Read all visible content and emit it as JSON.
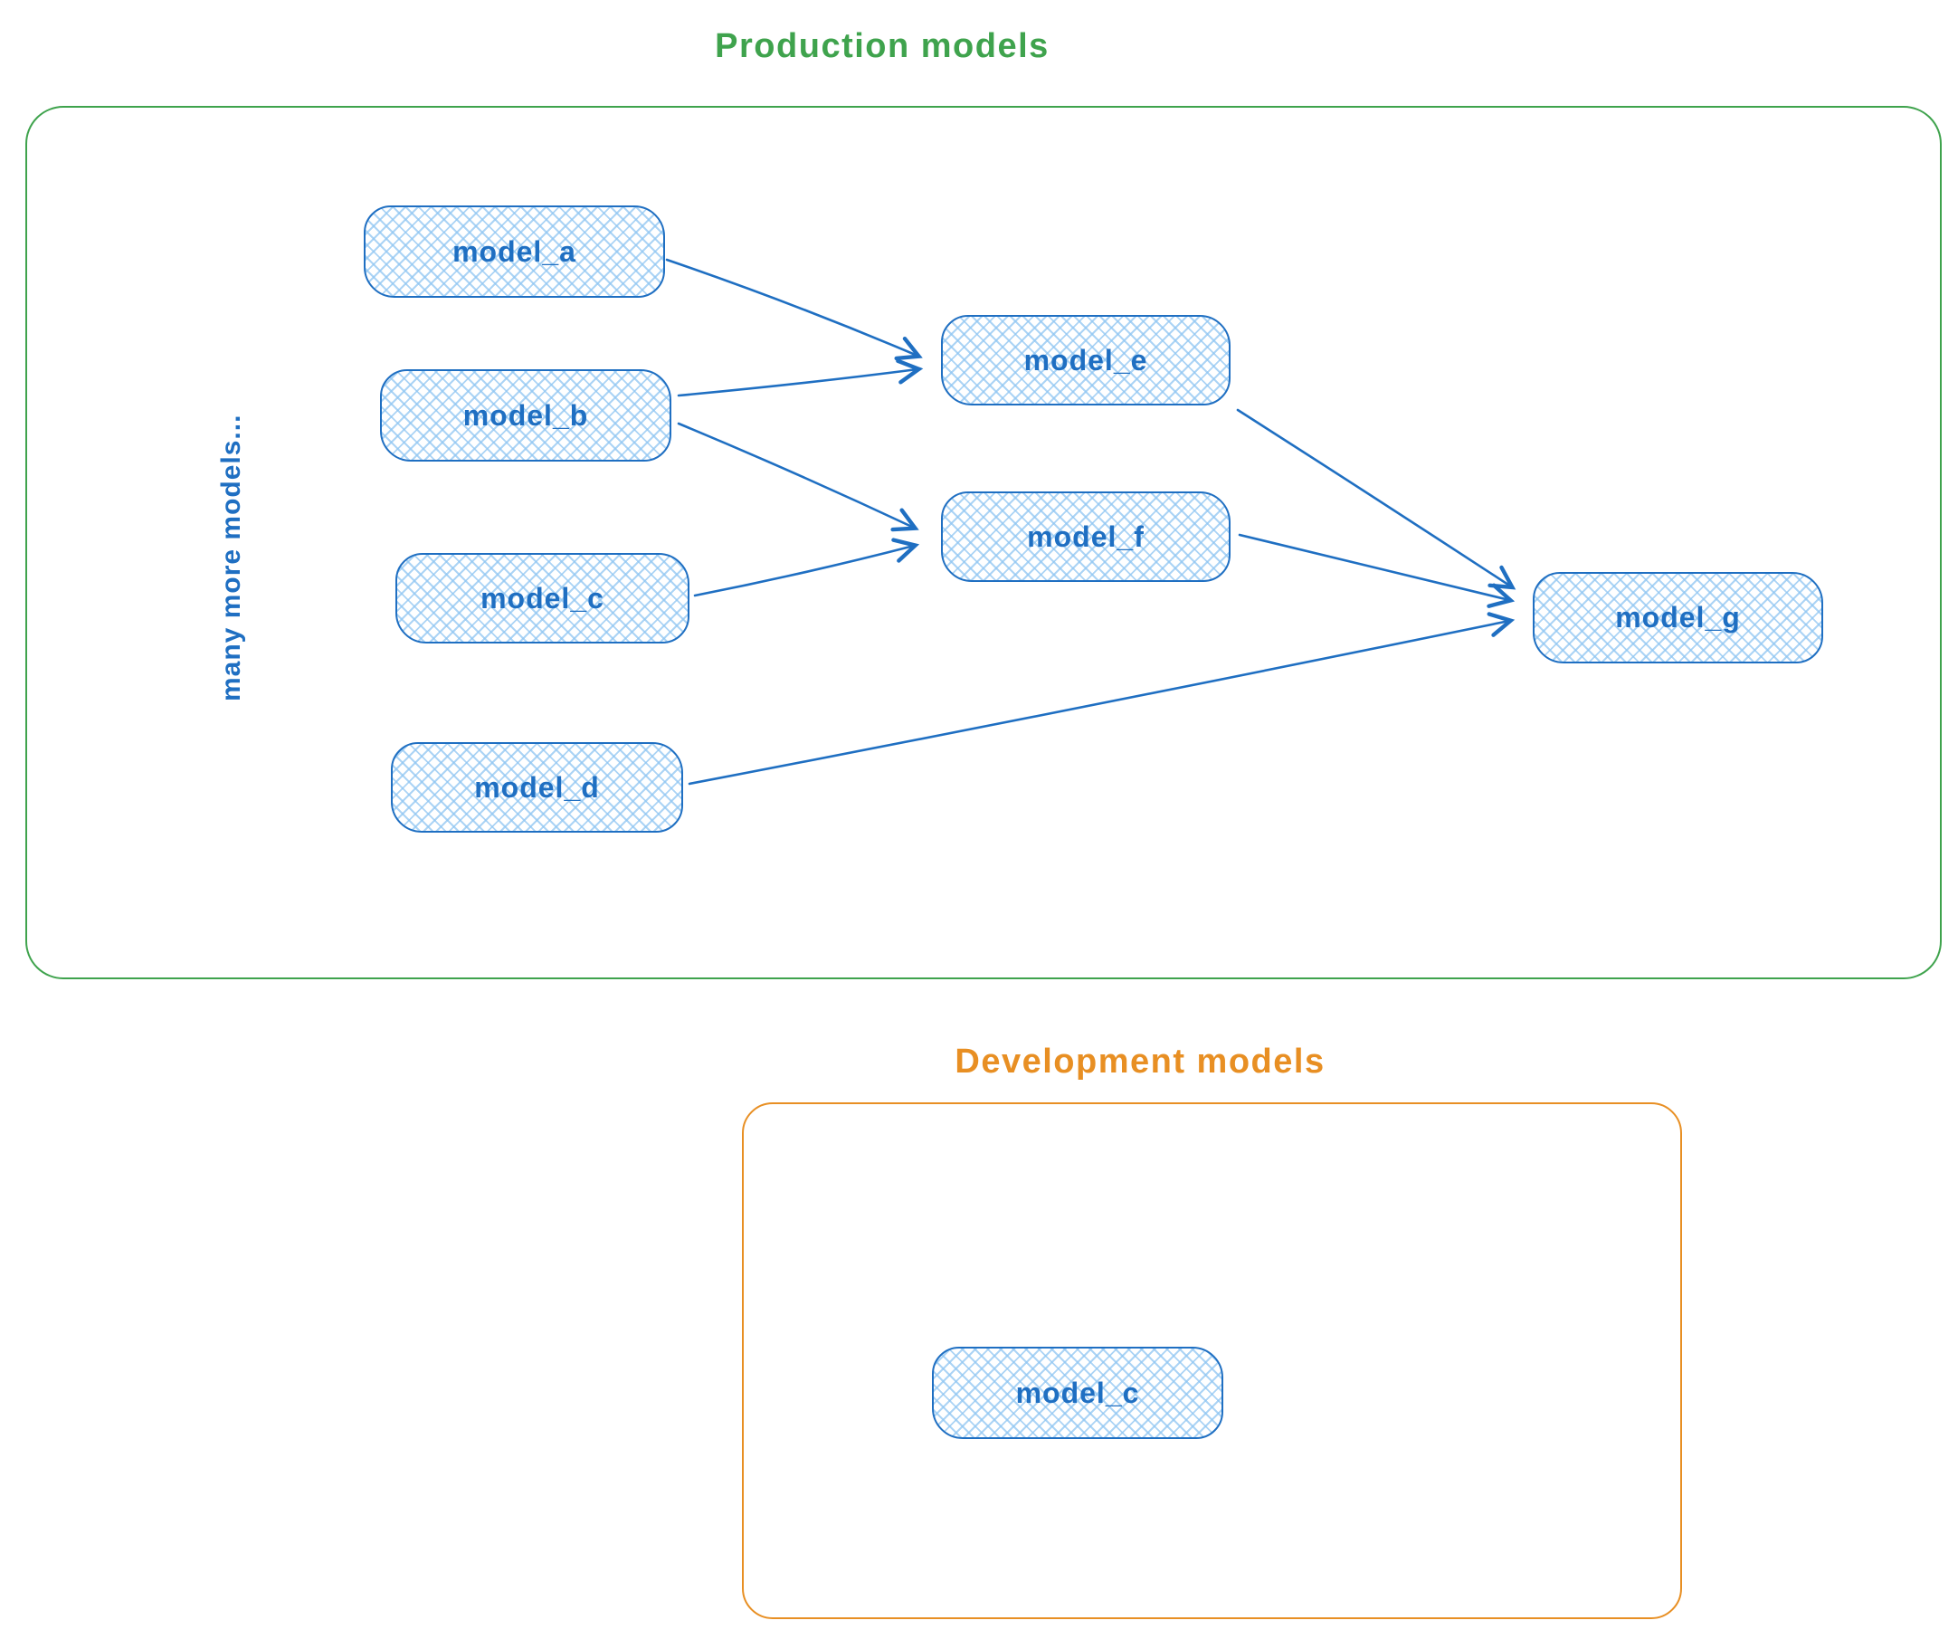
{
  "diagram": {
    "production": {
      "title": "Production models",
      "accent_color": "#3fa34d",
      "side_note": "many more models...",
      "nodes": {
        "a": "model_a",
        "b": "model_b",
        "c": "model_c",
        "d": "model_d",
        "e": "model_e",
        "f": "model_f",
        "g": "model_g"
      },
      "edges": [
        {
          "from": "model_a",
          "to": "model_e"
        },
        {
          "from": "model_b",
          "to": "model_e"
        },
        {
          "from": "model_b",
          "to": "model_f"
        },
        {
          "from": "model_c",
          "to": "model_f"
        },
        {
          "from": "model_e",
          "to": "model_g"
        },
        {
          "from": "model_f",
          "to": "model_g"
        },
        {
          "from": "model_d",
          "to": "model_g"
        }
      ]
    },
    "development": {
      "title": "Development models",
      "accent_color": "#e88f23",
      "nodes": {
        "c": "model_c"
      },
      "edges": []
    },
    "node_style": {
      "stroke_color": "#1f6fc2",
      "hatch_color": "#90c6f2",
      "label_color": "#1f6fc2"
    }
  }
}
